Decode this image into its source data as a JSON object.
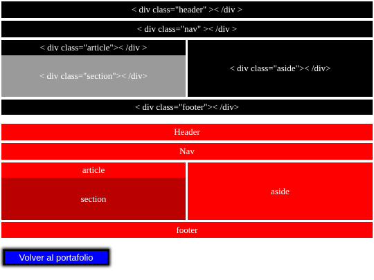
{
  "wireframe": {
    "header": "< div class=\"header\" >< /div >",
    "nav": "< div class=\"nav\" >< /div >",
    "article": "< div class=\"article\">< /div >",
    "section": "< div class=\"section\">< /div>",
    "aside": "< div class=\"aside\">< /div>",
    "footer": "< div class=\"footer\">< /div>"
  },
  "layout": {
    "header": "Header",
    "nav": "Nav",
    "article": "article",
    "section": "section",
    "aside": "aside",
    "footer": "footer"
  },
  "back_button_label": "Volver al portafolio",
  "colors": {
    "wireframe_block": "#000000",
    "wireframe_section": "#9a9a9a",
    "layout_block": "#ff0000",
    "layout_section": "#bb0000",
    "button": "#0000ff"
  }
}
